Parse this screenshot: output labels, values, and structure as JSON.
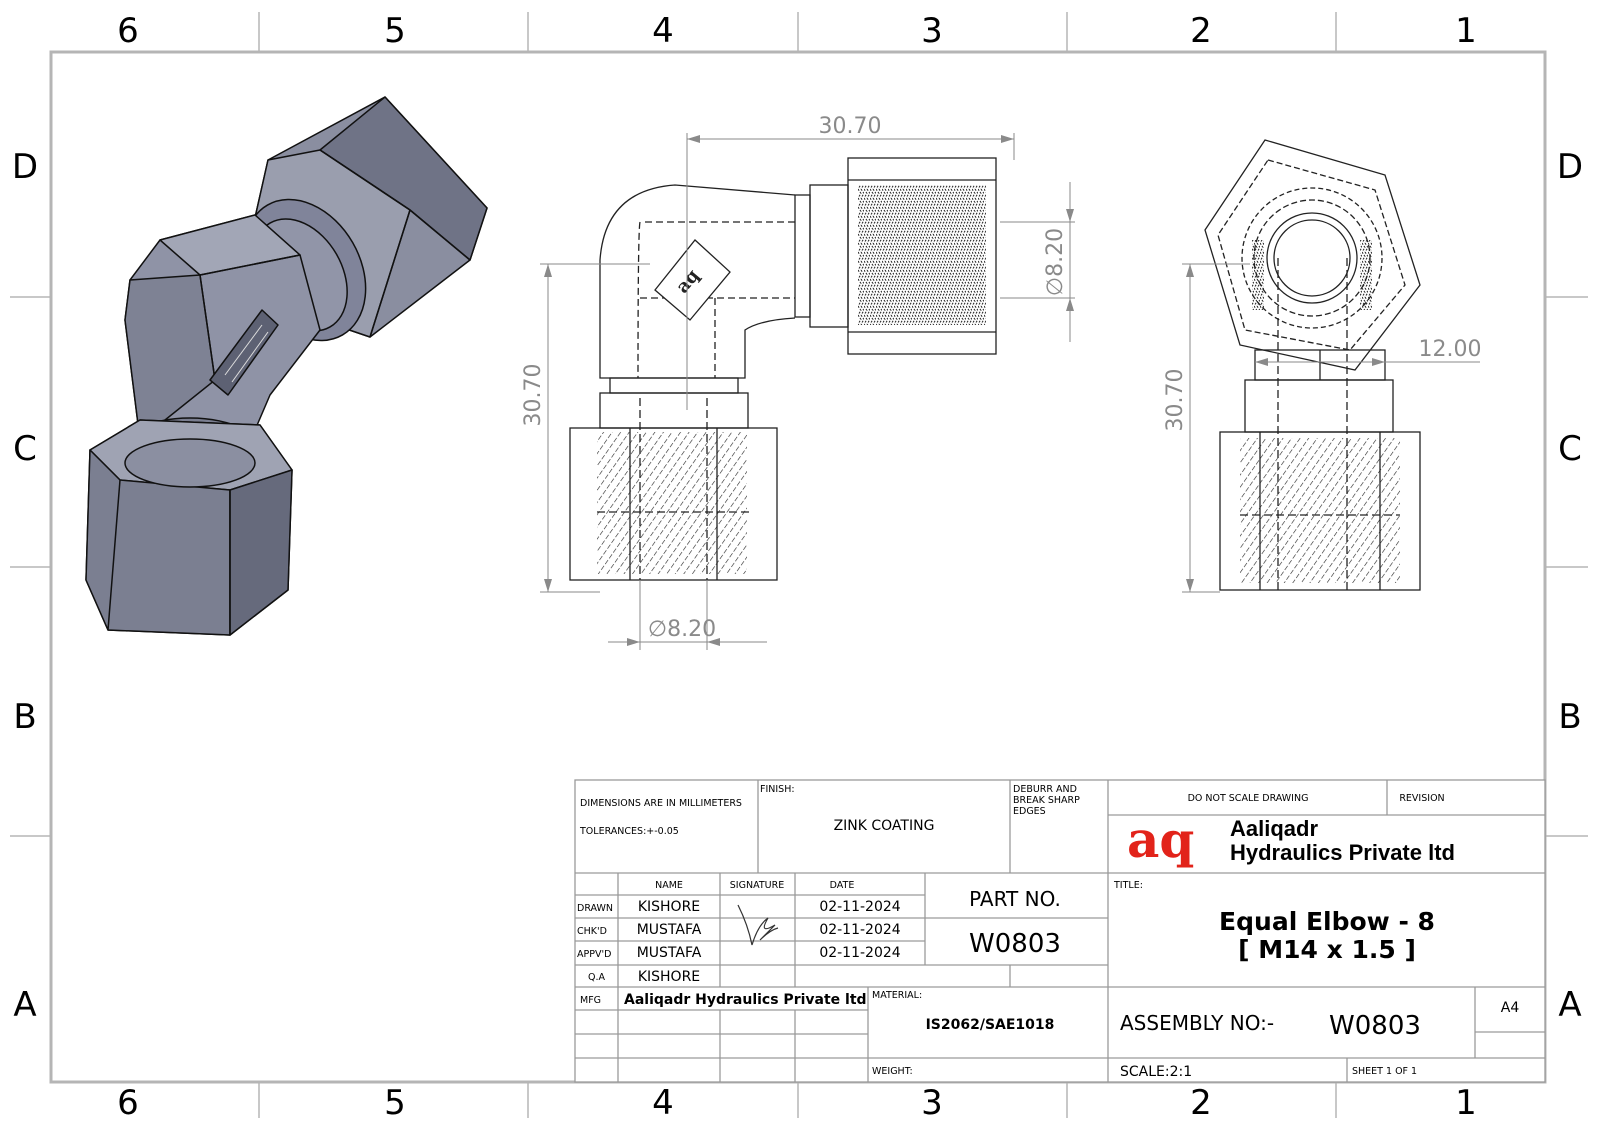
{
  "zones": {
    "columns": [
      "6",
      "5",
      "4",
      "3",
      "2",
      "1"
    ],
    "rows": [
      "D",
      "C",
      "B",
      "A"
    ]
  },
  "dimensions": {
    "front_width": "30.70",
    "front_height": "30.70",
    "front_top_dia": "∅8.20",
    "front_bottom_dia": "∅8.20",
    "side_height": "30.70",
    "side_width": "12.00"
  },
  "title_block": {
    "dims_note": "DIMENSIONS ARE IN MILLIMETERS",
    "tolerances": "TOLERANCES:+-0.05",
    "finish_label": "FINISH:",
    "finish_value": "ZINK COATING",
    "deburr_1": "DEBURR AND",
    "deburr_2": "BREAK SHARP",
    "deburr_3": "EDGES",
    "no_scale": "DO NOT SCALE DRAWING",
    "revision_label": "REVISION",
    "company_logo": "aq",
    "company_line1": "Aaliqadr",
    "company_line2": "Hydraulics Private ltd",
    "col_name": "NAME",
    "col_signature": "SIGNATURE",
    "col_date": "DATE",
    "rows": [
      {
        "role": "DRAWN",
        "name": "KISHORE",
        "date": "02-11-2024"
      },
      {
        "role": "CHK'D",
        "name": "MUSTAFA",
        "date": "02-11-2024"
      },
      {
        "role": "APPV'D",
        "name": "MUSTAFA",
        "date": "02-11-2024"
      },
      {
        "role": "Q.A",
        "name": "KISHORE",
        "date": ""
      }
    ],
    "part_no_label": "PART NO.",
    "part_no_value": "W0803",
    "title_label": "TITLE:",
    "title_line1": "Equal Elbow - 8",
    "title_line2": "[ M14 x 1.5 ]",
    "mfg_label": "MFG",
    "mfg_value": "Aaliqadr Hydraulics Private ltd",
    "material_label": "MATERIAL:",
    "material_value": "IS2062/SAE1018",
    "weight_label": "WEIGHT:",
    "assembly_label": "ASSEMBLY NO:-",
    "assembly_value": "W0803",
    "size": "A4",
    "scale": "SCALE:2:1",
    "sheet": "SHEET 1 OF 1"
  },
  "colors": {
    "border": "#b5b5b5",
    "dim_text": "#8a8a8a",
    "iso_body": "#7e8294",
    "iso_light": "#9a9eae",
    "iso_dark": "#5d6173",
    "logo_red": "#e2231a"
  }
}
